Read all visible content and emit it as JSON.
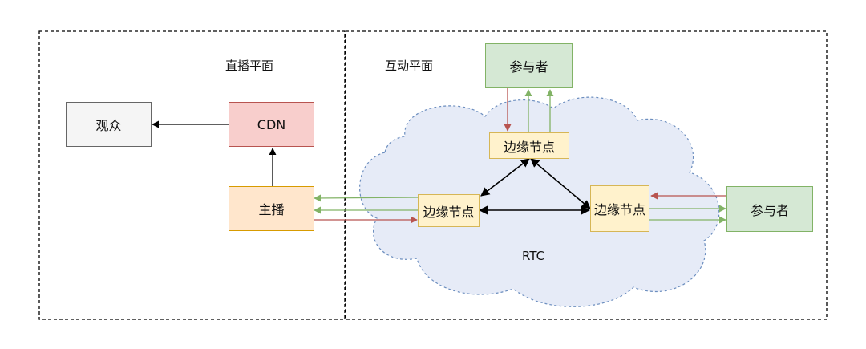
{
  "regions": {
    "live_label": "直播平面",
    "interactive_label": "互动平面",
    "cloud_label": "RTC"
  },
  "nodes": {
    "audience": "观众",
    "cdn": "CDN",
    "host": "主播",
    "participant_top": "参与者",
    "participant_right": "参与者",
    "edge_top": "边缘节点",
    "edge_left": "边缘节点",
    "edge_right": "边缘节点"
  },
  "colors": {
    "upstream_arrow": "#b85450",
    "downstream_arrow": "#82b366",
    "mesh_arrow": "#000000",
    "cloud_fill": "#e6ebf7",
    "cloud_stroke": "#6c8ebf"
  }
}
